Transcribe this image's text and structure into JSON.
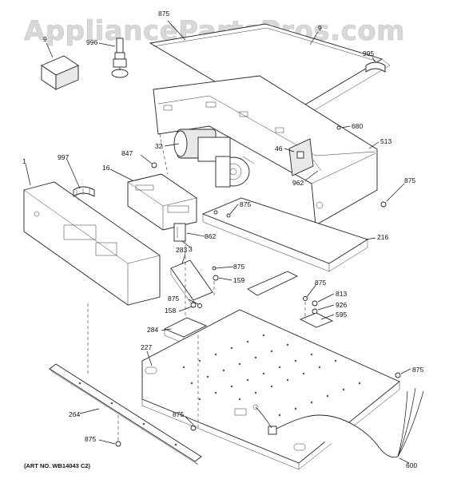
{
  "watermark": "AppliancePartsPros.com",
  "art_number": "(ART NO. WB14043 C2)",
  "callouts": {
    "c875_top": "875",
    "c9_top": "9",
    "c9_left": "9",
    "c996": "996",
    "c995": "995",
    "c680": "680",
    "c513": "513",
    "c32": "32",
    "c46": "46",
    "c847": "847",
    "c16": "16",
    "c997": "997",
    "c1": "1",
    "c962": "962",
    "c875_right": "875",
    "c875_mid": "875",
    "c862": "862",
    "c3": "3",
    "c216": "216",
    "c283": "283",
    "c875_b": "875",
    "c159": "159",
    "c875_c": "875",
    "c813": "813",
    "c926": "926",
    "c595": "595",
    "c875_d": "875",
    "c158": "158",
    "c284": "284",
    "c227": "227",
    "c875_e": "875",
    "c264": "264",
    "c875_f": "875",
    "c875_g": "875",
    "c600": "600"
  }
}
